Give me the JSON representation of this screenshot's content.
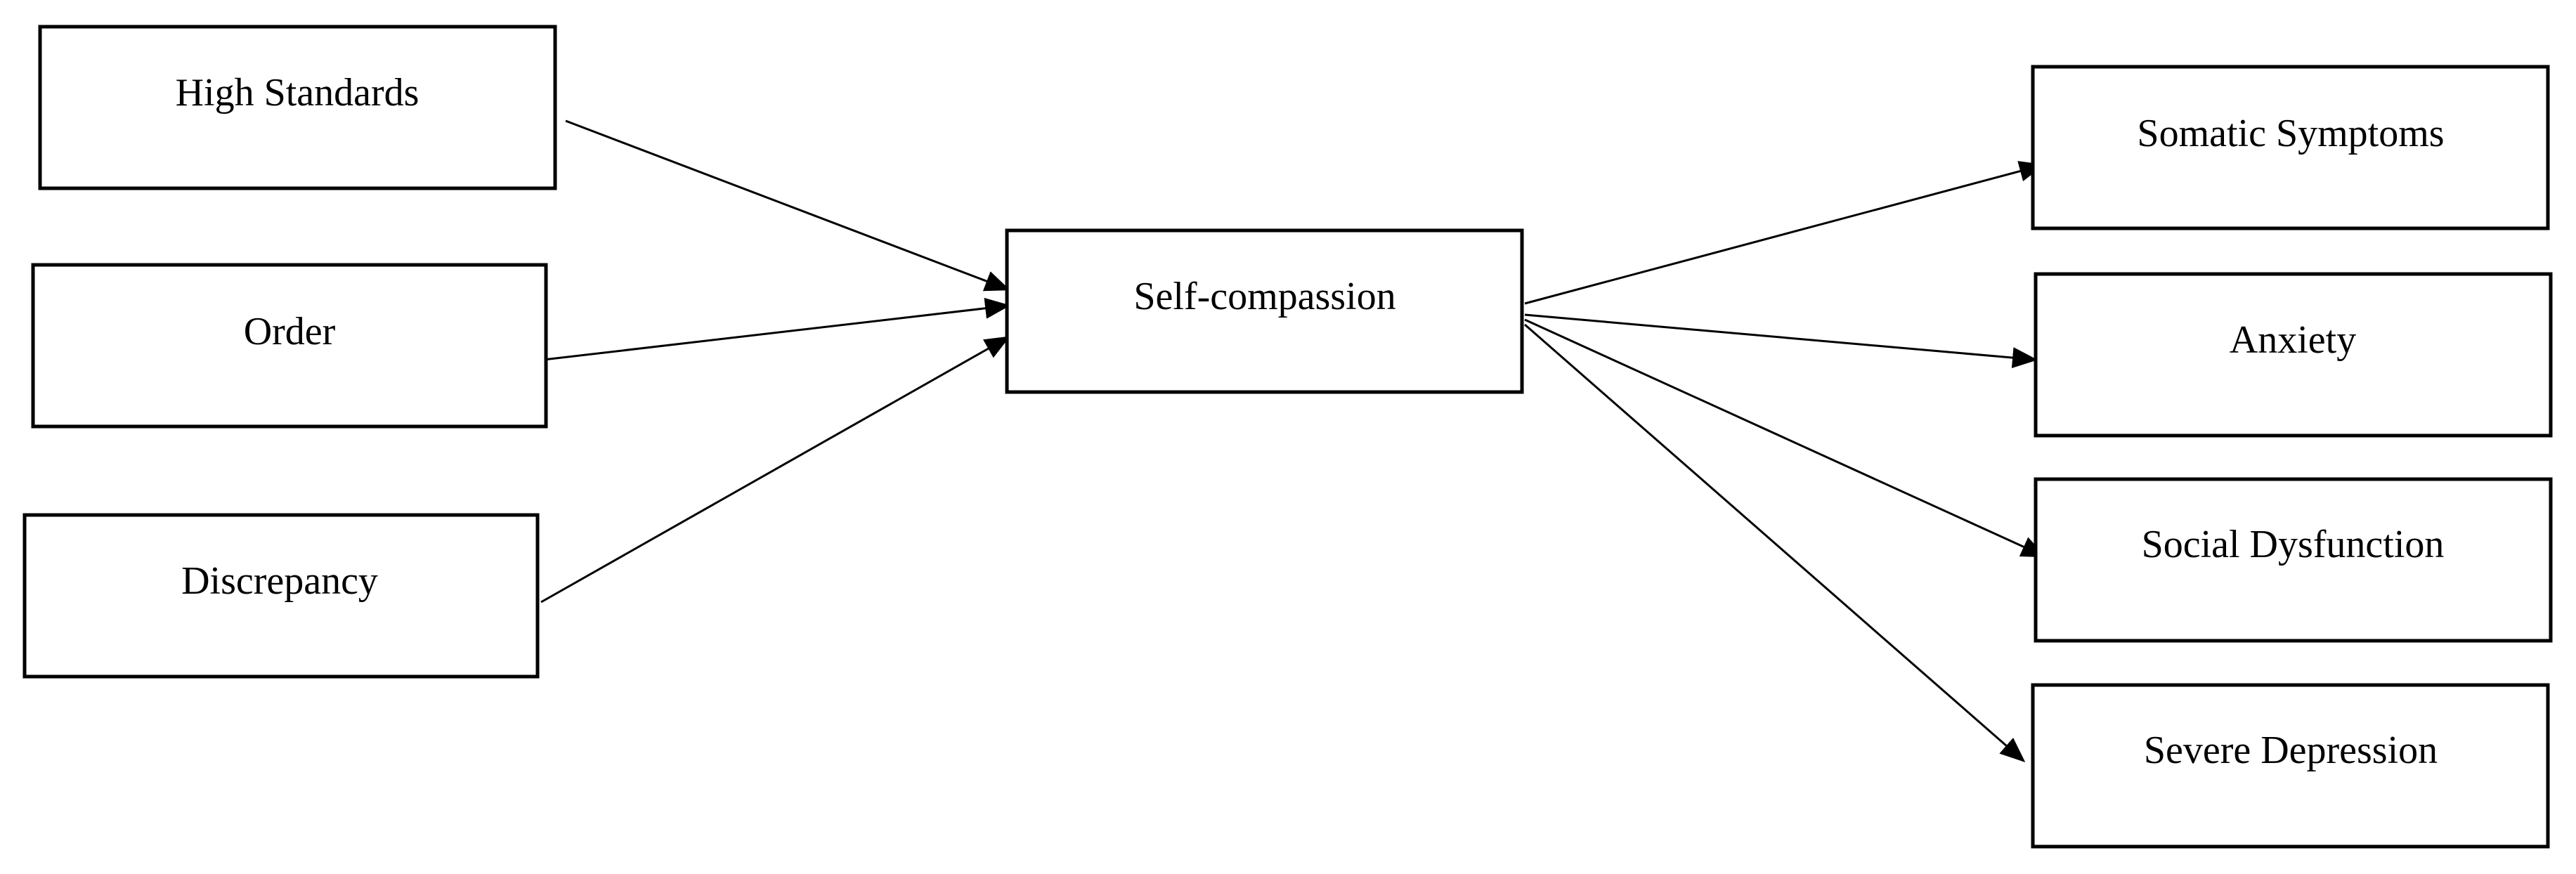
{
  "diagram": {
    "type": "path-model",
    "colors": {
      "stroke": "#000000",
      "background": "#ffffff",
      "text": "#000000"
    },
    "predictors": [
      "High Standards",
      "Order",
      "Discrepancy"
    ],
    "mediator": "Self-compassion",
    "outcomes": [
      "Somatic Symptoms",
      "Anxiety",
      "Social Dysfunction",
      "Severe Depression"
    ],
    "edges": [
      {
        "from": "High Standards",
        "to": "Self-compassion"
      },
      {
        "from": "Order",
        "to": "Self-compassion"
      },
      {
        "from": "Discrepancy",
        "to": "Self-compassion"
      },
      {
        "from": "Self-compassion",
        "to": "Somatic Symptoms"
      },
      {
        "from": "Self-compassion",
        "to": "Anxiety"
      },
      {
        "from": "Self-compassion",
        "to": "Social Dysfunction"
      },
      {
        "from": "Self-compassion",
        "to": "Severe Depression"
      }
    ]
  }
}
